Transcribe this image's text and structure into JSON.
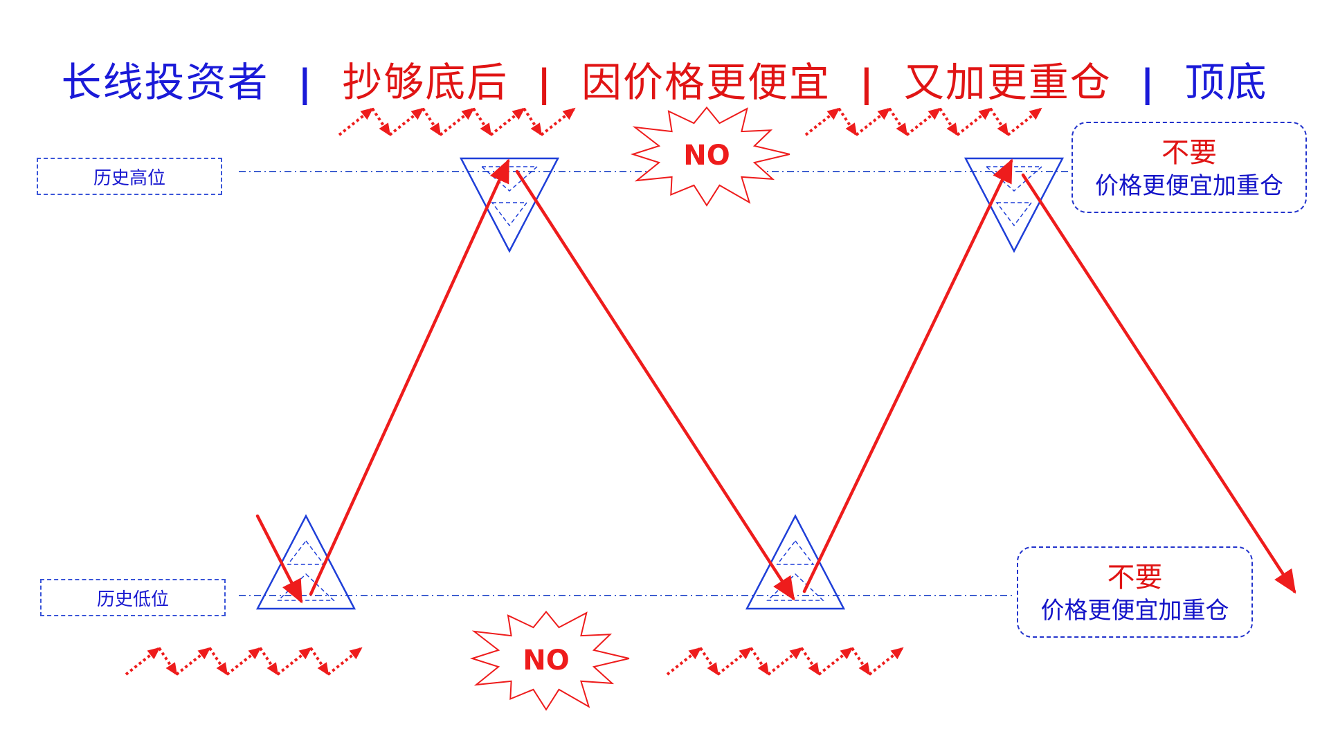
{
  "title": {
    "segments": [
      {
        "text": "长线投资者",
        "color": "#1a1ad8"
      },
      {
        "text": "抄够底后",
        "color": "#e01414"
      },
      {
        "text": "因价格更便宜",
        "color": "#e01414"
      },
      {
        "text": "又加更重仓",
        "color": "#e01414"
      },
      {
        "text": "顶底",
        "color": "#1a1ad8"
      }
    ],
    "separator": "|",
    "separator_color": "#1a1ad8",
    "separator_colors": [
      "#1a1ad8",
      "#e01414",
      "#e01414",
      "#1a1ad8"
    ]
  },
  "levels": {
    "high_label": "历史高位",
    "low_label": "历史低位"
  },
  "bursts": {
    "top": "NO",
    "bottom": "NO"
  },
  "notes": [
    {
      "line1": "不要",
      "line2": "价格更便宜加重仓"
    },
    {
      "line1": "不要",
      "line2": "价格更便宜加重仓"
    }
  ],
  "colors": {
    "arrow_red": "#ee1c1c",
    "triangle_blue": "#1f3fd8",
    "line_blue": "#4060d0"
  }
}
